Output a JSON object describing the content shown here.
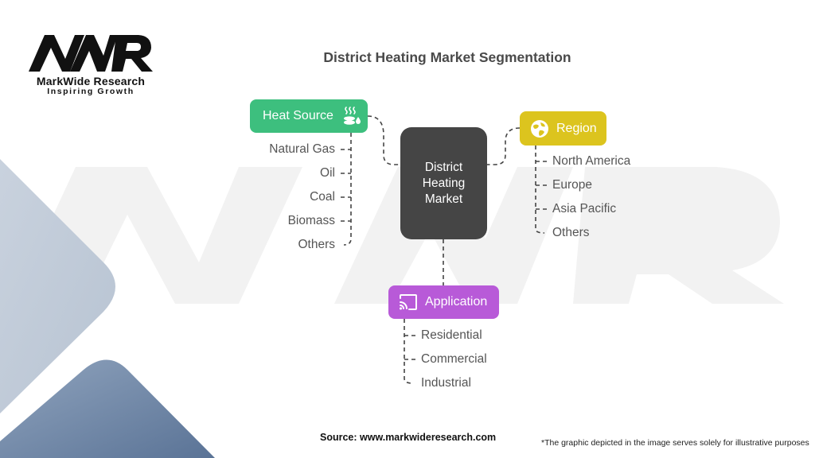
{
  "logo": {
    "mark": "MWR",
    "name": "MarkWide Research",
    "tagline": "Inspiring Growth"
  },
  "title": "District Heating Market Segmentation",
  "center_node": {
    "lines": [
      "District",
      "Heating",
      "Market"
    ],
    "color": "#454545"
  },
  "segments": {
    "heat_source": {
      "label": "Heat Source",
      "icon": "heat-source-icon",
      "color": "#3dbf7e",
      "items": [
        "Natural Gas",
        "Oil",
        "Coal",
        "Biomass",
        "Others"
      ]
    },
    "region": {
      "label": "Region",
      "icon": "globe-icon",
      "color": "#dcc41e",
      "items": [
        "North America",
        "Europe",
        "Asia Pacific",
        "Others"
      ]
    },
    "application": {
      "label": "Application",
      "icon": "cast-icon",
      "color": "#b85ad8",
      "items": [
        "Residential",
        "Commercial",
        "Industrial"
      ]
    }
  },
  "footer": {
    "source": "Source: www.markwideresearch.com",
    "note": "*The graphic depicted in the image serves solely for illustrative purposes"
  }
}
